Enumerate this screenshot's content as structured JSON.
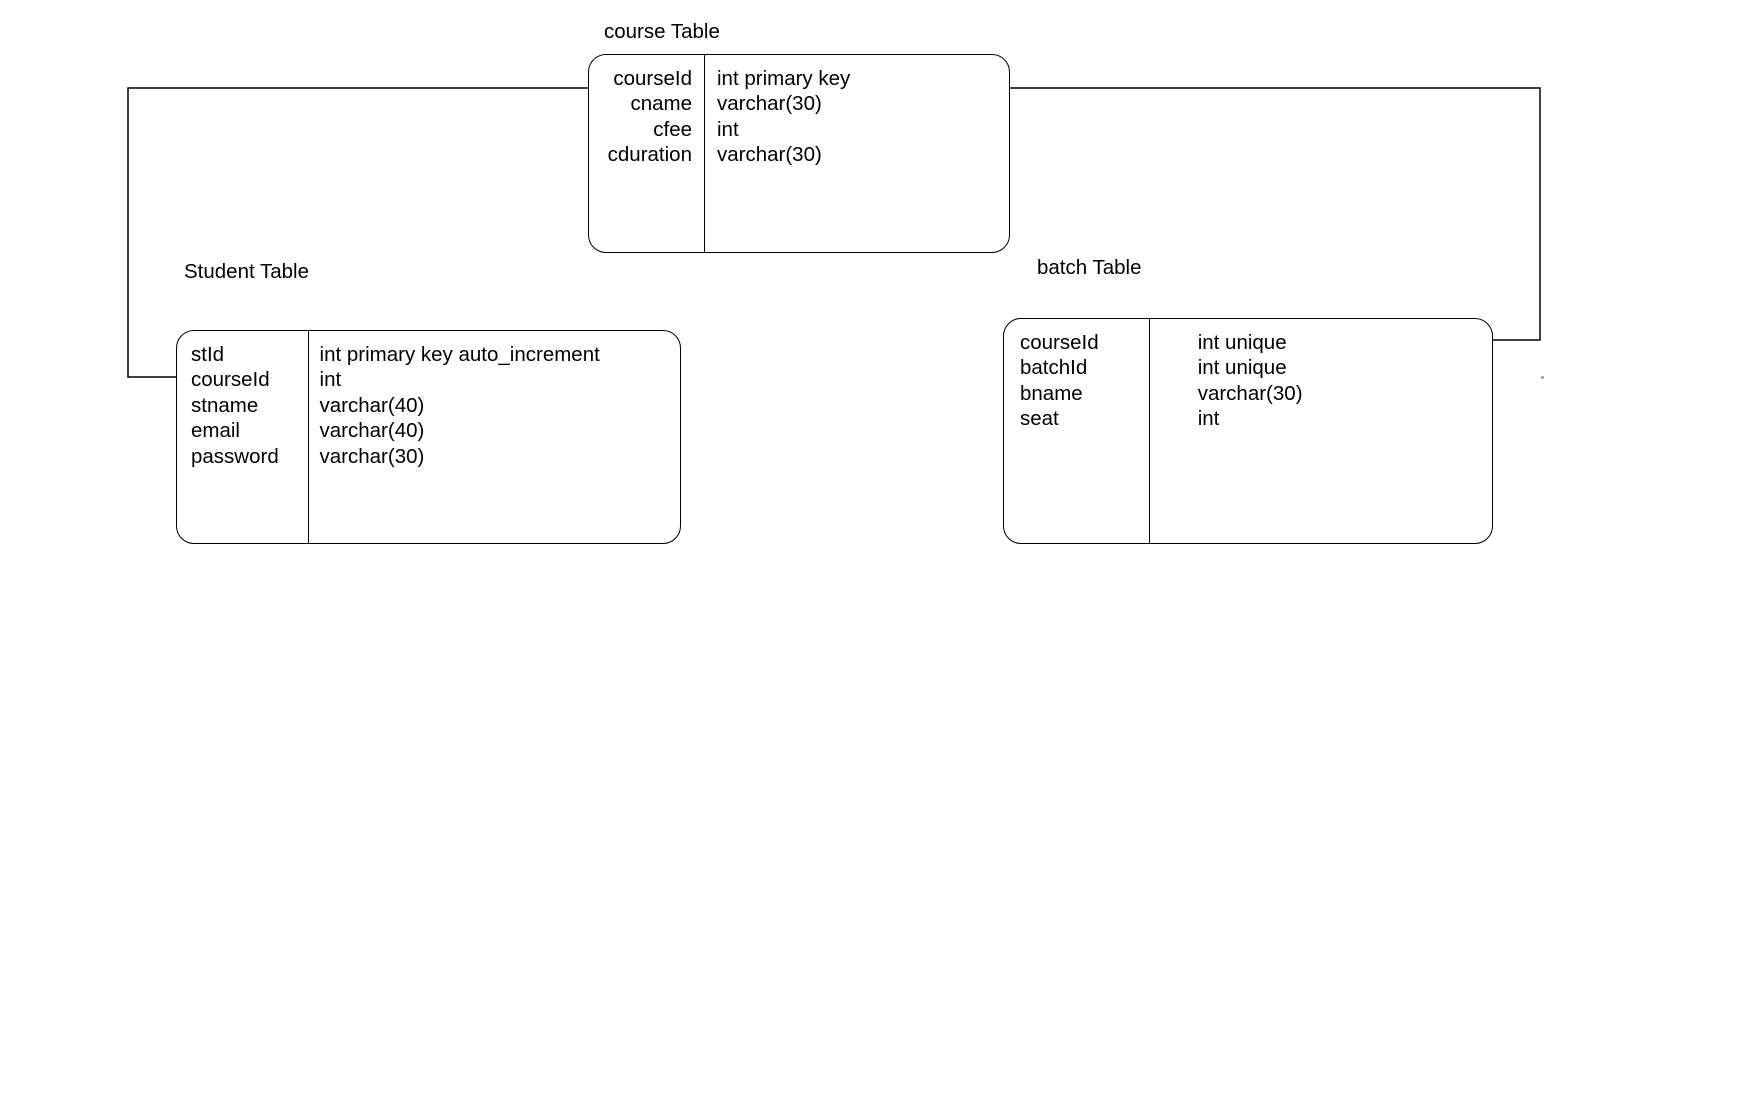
{
  "diagram": {
    "title_suffix": "Table",
    "tables": [
      {
        "id": "course",
        "title": "course Table",
        "fields": [
          {
            "name": "courseId",
            "type": "int primary key"
          },
          {
            "name": "cname",
            "type": " varchar(30)"
          },
          {
            "name": "cfee",
            "type": "int"
          },
          {
            "name": "cduration",
            "type": "varchar(30)"
          }
        ]
      },
      {
        "id": "student",
        "title": "Student Table",
        "fields": [
          {
            "name": "stId",
            "type": "int primary key auto_increment"
          },
          {
            "name": "courseId",
            "type": "int"
          },
          {
            "name": "stname",
            "type": "varchar(40)"
          },
          {
            "name": "email",
            "type": "varchar(40)"
          },
          {
            "name": "password",
            "type": "varchar(30)"
          }
        ]
      },
      {
        "id": "batch",
        "title": "batch Table",
        "fields": [
          {
            "name": "courseId",
            "type": "int unique"
          },
          {
            "name": "batchId",
            "type": "int unique"
          },
          {
            "name": "bname",
            "type": " varchar(30)"
          },
          {
            "name": "seat",
            "type": " int"
          }
        ]
      }
    ],
    "relationships": [
      {
        "id": "course-student",
        "from": "course",
        "to": "student",
        "style": "orthogonal-left"
      },
      {
        "id": "course-batch",
        "from": "course",
        "to": "batch",
        "style": "orthogonal-right"
      }
    ],
    "colors": {
      "stroke": "#000000",
      "background": "#ffffff",
      "text": "#000000"
    }
  }
}
